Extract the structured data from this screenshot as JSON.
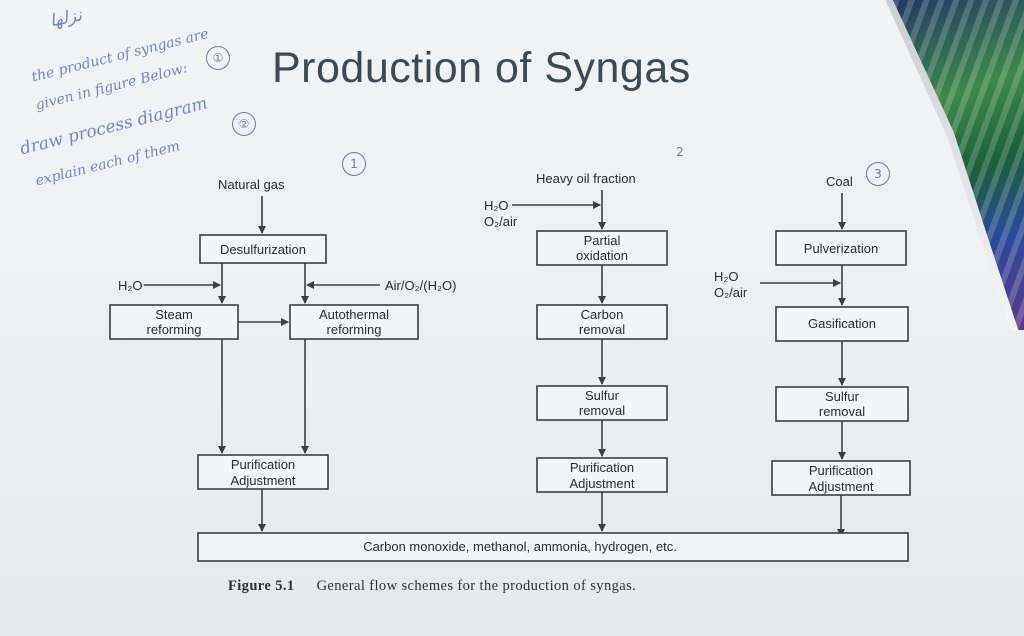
{
  "title": "Production of Syngas",
  "handwriting": {
    "line1": "نزلها",
    "line2": "the product of syngas are",
    "line3": "given in figure Below:",
    "line4": "draw process diagram",
    "line5": "explain each of them"
  },
  "column_markers": [
    "1",
    "2",
    "3"
  ],
  "page_markers": [
    "①",
    "②"
  ],
  "diagram": {
    "inputs": {
      "natural_gas": "Natural gas",
      "heavy_oil": "Heavy oil fraction",
      "coal": "Coal",
      "h2o": "H₂O",
      "air_o2_h2o": "Air/O₂/(H₂O)",
      "h2o_o2air_1": "H₂O",
      "o2air_1": "O₂/air",
      "h2o_o2air_2": "H₂O",
      "o2air_2": "O₂/air"
    },
    "boxes": {
      "desulfurization": "Desulfurization",
      "steam_reforming_1": "Steam",
      "steam_reforming_2": "reforming",
      "autothermal_1": "Autothermal",
      "autothermal_2": "reforming",
      "purification_1a": "Purification",
      "purification_1b": "Adjustment",
      "partial_ox_1": "Partial",
      "partial_ox_2": "oxidation",
      "carbon_removal_1": "Carbon",
      "carbon_removal_2": "removal",
      "sulfur_removal_2a": "Sulfur",
      "sulfur_removal_2b": "removal",
      "purification_2a": "Purification",
      "purification_2b": "Adjustment",
      "pulverization": "Pulverization",
      "gasification": "Gasification",
      "sulfur_removal_3a": "Sulfur",
      "sulfur_removal_3b": "removal",
      "purification_3a": "Purification",
      "purification_3b": "Adjustment",
      "products": "Carbon monoxide, methanol, ammonia, hydrogen, etc."
    }
  },
  "caption": {
    "label": "Figure 5.1",
    "text": "General flow schemes for the production of syngas."
  }
}
